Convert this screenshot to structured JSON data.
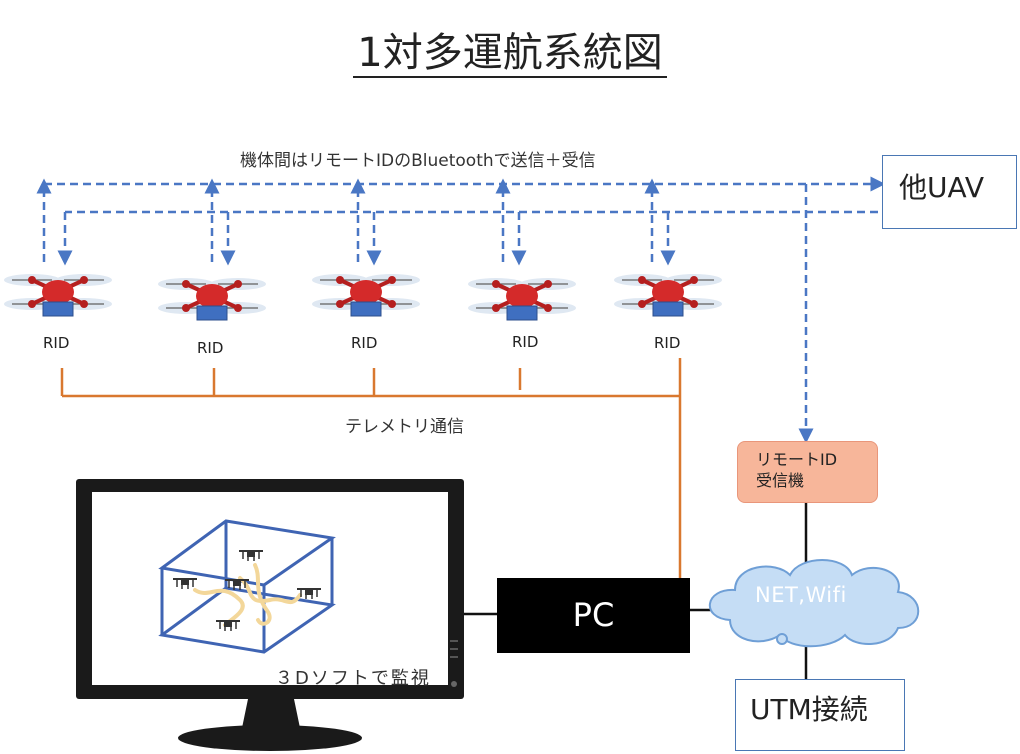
{
  "title": "1対多運航系統図",
  "bluetooth_label": "機体間はリモートIDのBluetoothで送信＋受信",
  "telemetry_label": "テレメトリ通信",
  "drones": [
    {
      "label": "RID"
    },
    {
      "label": "RID"
    },
    {
      "label": "RID"
    },
    {
      "label": "RID"
    },
    {
      "label": "RID"
    }
  ],
  "other_uav": "他UAV",
  "receiver": {
    "line1": "リモートID",
    "line2": "受信機"
  },
  "pc": "PC",
  "cloud": "NET,Wifi",
  "utm": "UTM接続",
  "monitor_caption": "３Dソフトで監視",
  "colors": {
    "dashed": "#4a77c4",
    "telemetry": "#d9782f",
    "drone_body": "#d42a2a",
    "rid_box": "#3f6fc0",
    "cloud_fill": "#c5ddf5",
    "receiver_fill": "#f7b69a"
  }
}
